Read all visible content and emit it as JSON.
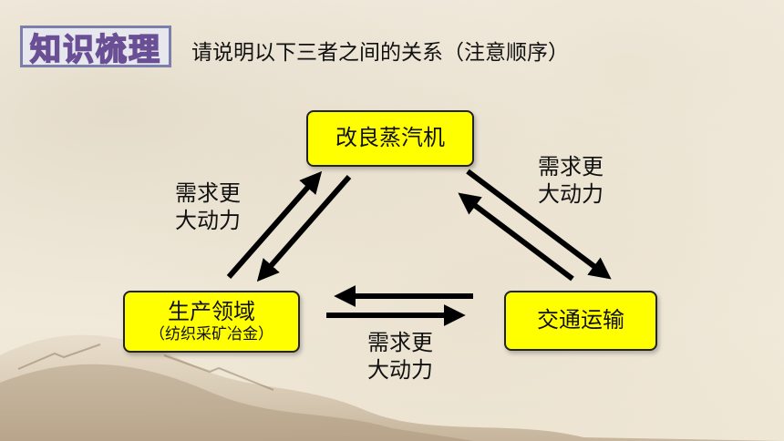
{
  "header": {
    "badge": "知识梳理",
    "prompt": "请说明以下三者之间的关系（注意顺序）"
  },
  "nodes": {
    "top": "改良蒸汽机",
    "left_main": "生产领域",
    "left_sub": "（纺织采矿冶金）",
    "right": "交通运输"
  },
  "labels": {
    "left": [
      "需求更",
      "大动力"
    ],
    "right": [
      "需求更",
      "大动力"
    ],
    "bottom": [
      "需求更",
      "大动力"
    ]
  },
  "colors": {
    "node_fill": "#ffff00",
    "arrow": "#000000"
  }
}
